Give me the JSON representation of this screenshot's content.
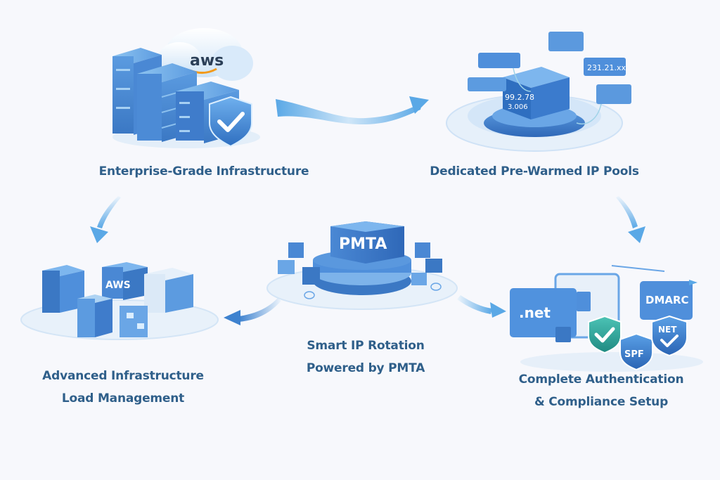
{
  "diagram": {
    "title": "PMTA Email Infrastructure Features",
    "nodes": [
      {
        "id": "infra",
        "label": "Enterprise-Grade Infrastructure",
        "icon": "aws-server-stack-shield-icon",
        "badge": "aws"
      },
      {
        "id": "ippools",
        "label": "Dedicated Pre-Warmed IP Pools",
        "icon": "ip-pool-platform-icon",
        "ip_cards": [
          "99.2.78",
          "3.006",
          "231.21.xx"
        ]
      },
      {
        "id": "pmta",
        "label_lines": [
          "Smart IP Rotation",
          "Powered by PMTA"
        ],
        "icon": "pmta-server-hub-icon",
        "badge": "PMTA"
      },
      {
        "id": "load",
        "label_lines": [
          "Advanced Infrastructure",
          "Load Management"
        ],
        "icon": "aws-datacenter-cluster-icon",
        "badge": "AWS"
      },
      {
        "id": "auth",
        "label_lines": [
          "Complete Authentication",
          "& Compliance Setup"
        ],
        "icon": "auth-shields-icon",
        "badges": [
          ".net",
          "DMARC",
          "NET",
          "SPF"
        ]
      }
    ],
    "edges": [
      {
        "from": "infra",
        "to": "ippools"
      },
      {
        "from": "infra",
        "to": "load"
      },
      {
        "from": "ippools",
        "to": "auth"
      },
      {
        "from": "pmta",
        "to": "load"
      },
      {
        "from": "pmta",
        "to": "auth"
      }
    ]
  },
  "colors": {
    "background": "#f7f8fc",
    "label_text": "#2f5f8a",
    "primary_blue": "#3e7fcf",
    "light_blue": "#8cc0ee",
    "arrow_blue": "#5aa8e6",
    "accent_teal": "#2aa79b",
    "aws_orange": "#f29a1b"
  }
}
